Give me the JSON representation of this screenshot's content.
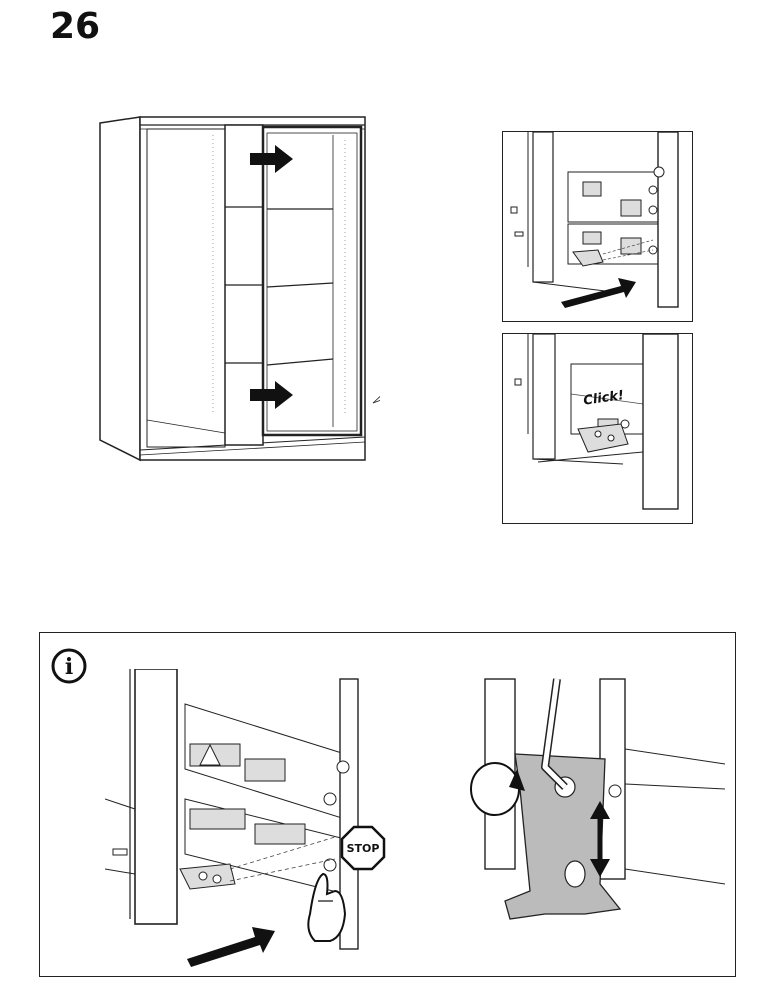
{
  "step": {
    "number": "26"
  },
  "detail_bottom": {
    "click_text": "Click!"
  },
  "info": {
    "symbol": "i",
    "stop_sign_text": "STOP"
  },
  "icons": {
    "arrows": "push-arrow-icon",
    "info": "info-icon",
    "stop": "stop-sign-icon",
    "hand": "hand-press-icon",
    "rotate": "rotate-arrow-icon",
    "adjust": "up-down-arrow-icon"
  }
}
